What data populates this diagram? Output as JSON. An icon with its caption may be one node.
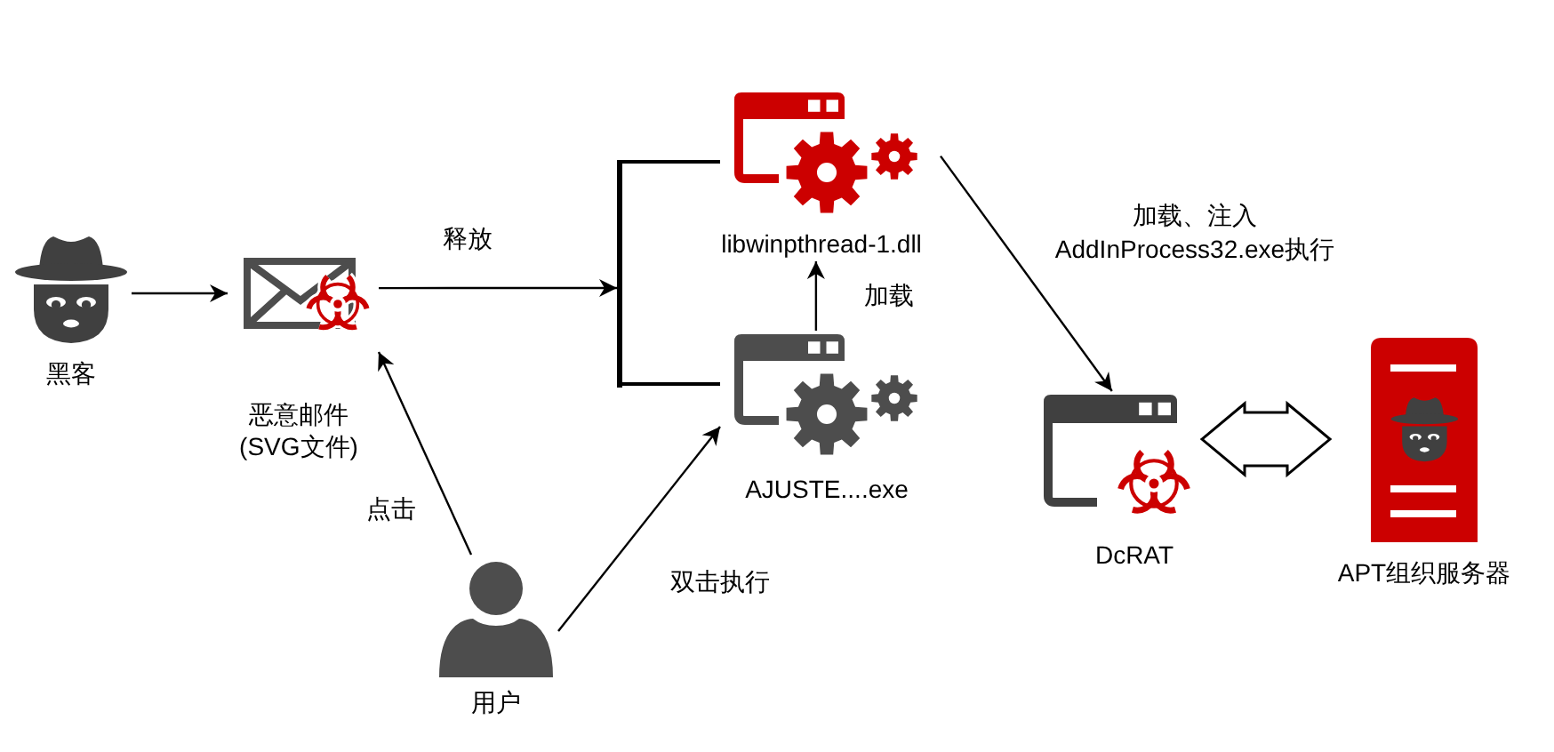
{
  "diagram": {
    "nodes": [
      {
        "text": [
          "黑客"
        ]
      },
      {
        "text": [
          "恶意邮件 (SVG文件)"
        ]
      },
      {
        "text": [],
        "shape": "bar"
      },
      {
        "text": [
          "libwinpthread-1.dll"
        ]
      },
      {
        "text": [
          "AJUSTE....exe"
        ]
      },
      {
        "text": [
          "用户"
        ]
      },
      {
        "text": [
          "DcRAT"
        ]
      },
      {
        "text": [
          "APT组织服务器"
        ]
      }
    ],
    "edges": [
      {
        "from": 0,
        "to": 1,
        "arrow": "to"
      },
      {
        "from": 1,
        "to": 2,
        "arrow": "to",
        "label": "释放"
      },
      {
        "from": 2,
        "to": 3,
        "arrow": "none"
      },
      {
        "from": 2,
        "to": 4,
        "arrow": "none"
      },
      {
        "from": 4,
        "to": 3,
        "arrow": "to",
        "label": "加载"
      },
      {
        "from": 5,
        "to": 1,
        "arrow": "to",
        "label": "点击"
      },
      {
        "from": 5,
        "to": 4,
        "arrow": "to",
        "label": "双击执行"
      },
      {
        "from": 3,
        "to": 6,
        "arrow": "to",
        "label": "加载、注入 AddInProcess32.exe执行"
      },
      {
        "from": 6,
        "to": 7,
        "arrow": "both",
        "style": "thick"
      }
    ]
  }
}
